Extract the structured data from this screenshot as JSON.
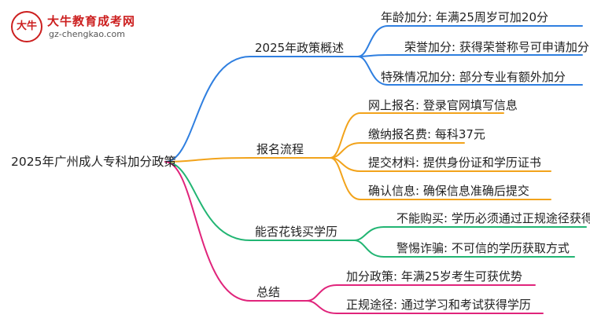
{
  "logo": {
    "title": "大牛教育成考网",
    "url": "gz-chengkao.com",
    "badge_text": "大牛"
  },
  "root": "2025年广州成人专科加分政策",
  "colors": {
    "blue": "#2f7fe0",
    "orange": "#f2a31b",
    "green": "#22b573",
    "pink": "#e0247b",
    "logo_red": "#cc1f1f"
  },
  "branches": [
    {
      "label": "2025年政策概述",
      "leaves": [
        "年龄加分: 年满25周岁可加20分",
        "荣誉加分: 获得荣誉称号可申请加分",
        "特殊情况加分: 部分专业有额外加分"
      ]
    },
    {
      "label": "报名流程",
      "leaves": [
        "网上报名: 登录官网填写信息",
        "缴纳报名费: 每科37元",
        "提交材料: 提供身份证和学历证书",
        "确认信息: 确保信息准确后提交"
      ]
    },
    {
      "label": "能否花钱买学历",
      "leaves": [
        "不能购买: 学历必须通过正规途径获得",
        "警惕诈骗: 不可信的学历获取方式"
      ]
    },
    {
      "label": "总结",
      "leaves": [
        "加分政策: 年满25岁考生可获优势",
        "正规途径: 通过学习和考试获得学历"
      ]
    }
  ]
}
